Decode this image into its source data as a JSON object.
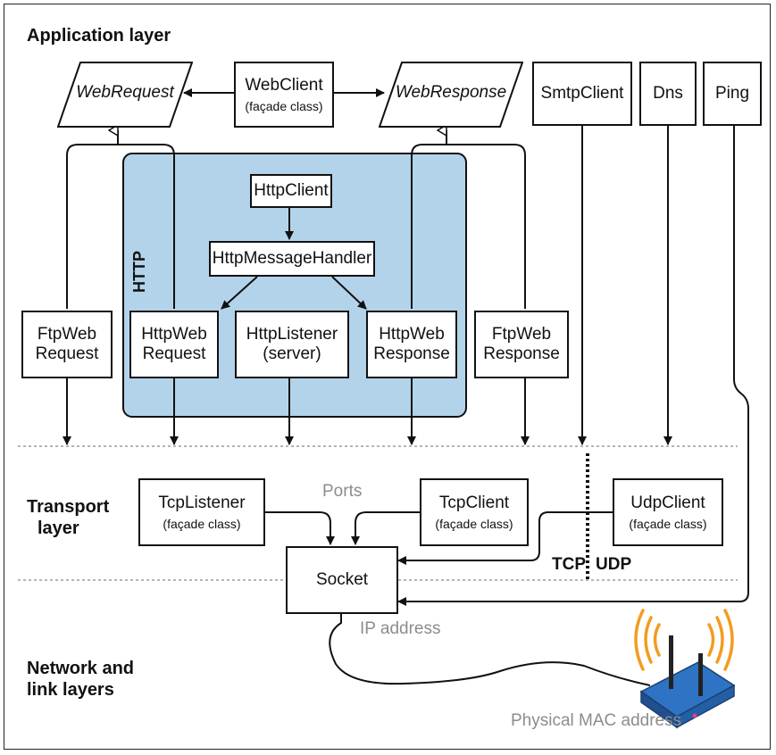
{
  "layers": {
    "application": "Application layer",
    "transport": [
      "Transport",
      "layer"
    ],
    "network": [
      "Network and",
      "link layers"
    ]
  },
  "nodes": {
    "web_request": "WebRequest",
    "web_client": "WebClient",
    "web_client_sub": "(façade class)",
    "web_response": "WebResponse",
    "smtp_client": "SmtpClient",
    "dns": "Dns",
    "ping": "Ping",
    "http_group_label": "HTTP",
    "http_client": "HttpClient",
    "http_message_handler": "HttpMessageHandler",
    "ftp_web_request": [
      "FtpWeb",
      "Request"
    ],
    "http_web_request": [
      "HttpWeb",
      "Request"
    ],
    "http_listener": [
      "HttpListener",
      "(server)"
    ],
    "http_web_response": [
      "HttpWeb",
      "Response"
    ],
    "ftp_web_response": [
      "FtpWeb",
      "Response"
    ],
    "tcp_listener": "TcpListener",
    "tcp_listener_sub": "(façade class)",
    "tcp_client": "TcpClient",
    "tcp_client_sub": "(façade class)",
    "udp_client": "UdpClient",
    "udp_client_sub": "(façade class)",
    "socket": "Socket"
  },
  "annotations": {
    "ports": "Ports",
    "tcp": "TCP",
    "udp": "UDP",
    "ip_address": "IP address",
    "mac_address": "Physical MAC address"
  },
  "colors": {
    "http_group_fill": "#b3d3ea",
    "wifi_waves": "#f39c1f",
    "router_body": "#2f73c4",
    "annotation_grey": "#8c8c8c"
  },
  "icons": [
    "wifi-router-icon"
  ]
}
